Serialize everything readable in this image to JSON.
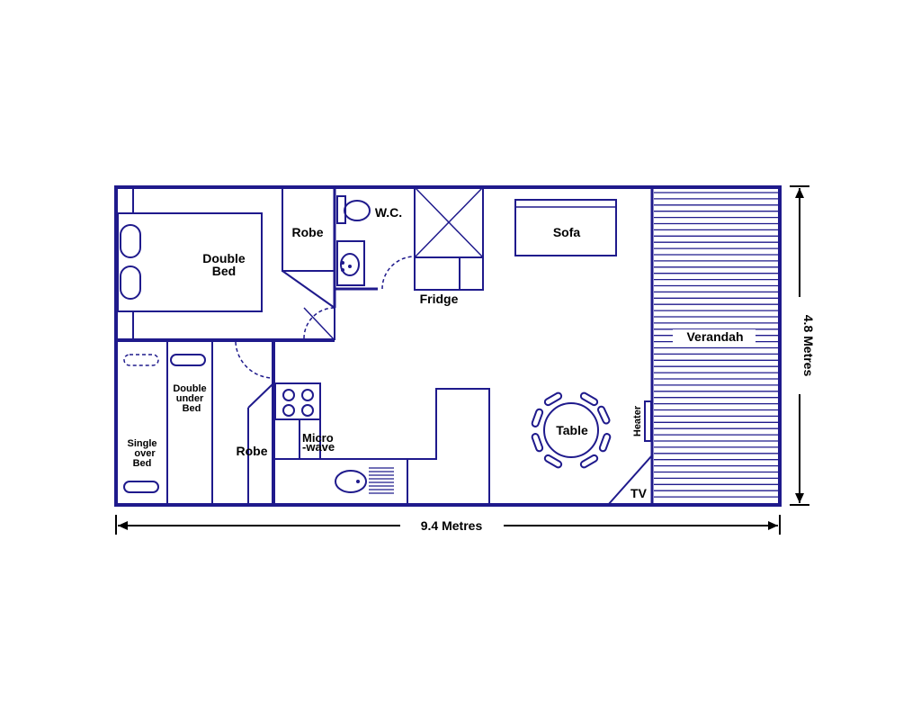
{
  "colors": {
    "line": "#1f1a8c",
    "text": "#000000",
    "background": "#ffffff"
  },
  "labels": {
    "double_bed": [
      "Double",
      "Bed"
    ],
    "robe_top": "Robe",
    "wc": "W.C.",
    "fridge": "Fridge",
    "sofa": "Sofa",
    "verandah": "Verandah",
    "double_under_bed": [
      "Double",
      "under",
      "Bed"
    ],
    "single_over_bed": [
      "Single",
      "over",
      "Bed"
    ],
    "robe_bottom": "Robe",
    "microwave": [
      "Micro",
      "-wave"
    ],
    "table": "Table",
    "heater": "Heater",
    "tv": "TV"
  },
  "dimensions": {
    "width_label": "9.4 Metres",
    "height_label": "4.8 Metres"
  }
}
